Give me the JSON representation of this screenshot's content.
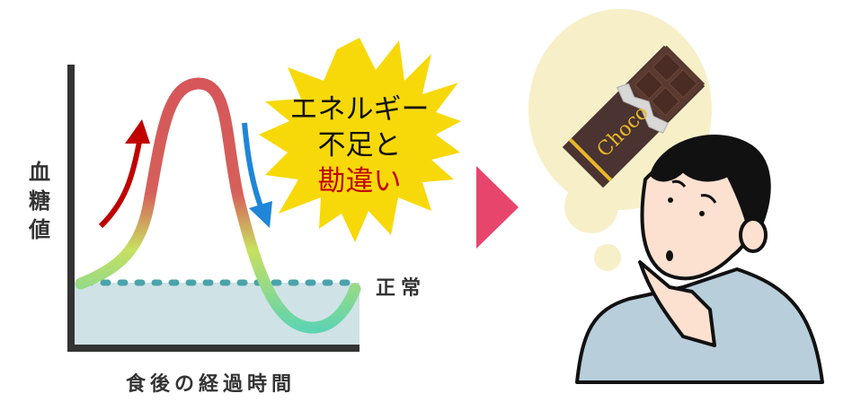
{
  "chart": {
    "y_axis_label": "血糖値",
    "x_axis_label": "食後の経過時間",
    "normal_label": "正常"
  },
  "callout": {
    "line1": "エネルギー",
    "line2": "不足と",
    "line3": "勘違い"
  },
  "thought": {
    "chocolate_label": "Choco"
  },
  "colors": {
    "burst": "#f7d90a",
    "arrow_up": "#c00000",
    "arrow_down": "#1f86d8",
    "next_arrow": "#e8456d",
    "normal_band": "#cfe2e6",
    "normal_line": "#4aa3aa",
    "bubble": "#f7efc8"
  }
}
